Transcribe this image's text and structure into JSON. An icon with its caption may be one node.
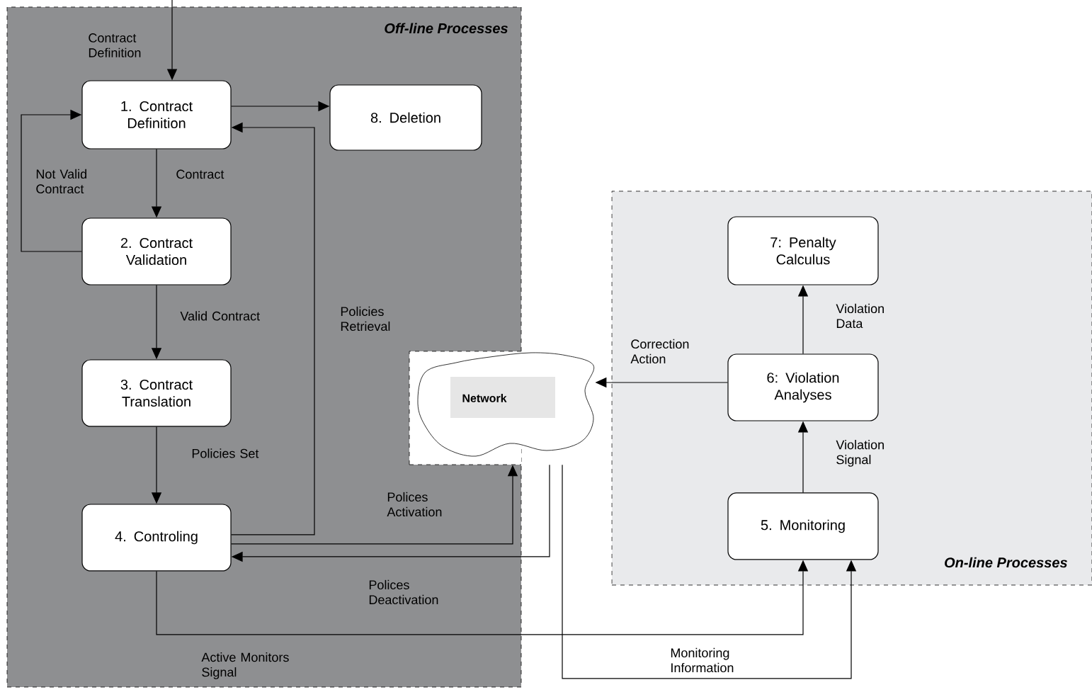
{
  "diagram": {
    "nodes": [
      {
        "text": [
          "Off-line Processes"
        ]
      },
      {
        "text": [
          "1. Contract Definition"
        ],
        "in": 0
      },
      {
        "text": [
          "8. Deletion"
        ],
        "in": 0
      },
      {
        "text": [
          "2. Contract Validation"
        ],
        "in": 0
      },
      {
        "text": [
          "3. Contract Translation"
        ],
        "in": 0
      },
      {
        "text": [
          "4. Controling"
        ],
        "in": 0
      },
      {
        "text": [
          "On-line Processes"
        ]
      },
      {
        "text": [
          "7: Penalty Calculus"
        ],
        "in": 6
      },
      {
        "text": [
          "6: Violation Analyses"
        ],
        "in": 6
      },
      {
        "text": [
          "5. Monitoring"
        ],
        "in": 6
      },
      {
        "text": [
          "Network"
        ]
      }
    ],
    "edges": [
      {
        "from": null,
        "to": 1,
        "arrow": "to",
        "label": "Contract Definition"
      },
      {
        "from": 1,
        "to": 2,
        "arrow": "to"
      },
      {
        "from": 5,
        "to": 1,
        "arrow": "to",
        "label": "Policies Retrieval"
      },
      {
        "from": 1,
        "to": 3,
        "arrow": "to",
        "label": "Contract"
      },
      {
        "from": 3,
        "to": 1,
        "arrow": "to",
        "label": "Not Valid Contract"
      },
      {
        "from": 3,
        "to": 4,
        "arrow": "to",
        "label": "Valid Contract"
      },
      {
        "from": 4,
        "to": 5,
        "arrow": "to",
        "label": "Policies Set"
      },
      {
        "from": 5,
        "to": 10,
        "arrow": "to",
        "label": "Polices Activation"
      },
      {
        "from": 10,
        "to": 5,
        "arrow": "to",
        "label": "Polices Deactivation"
      },
      {
        "from": 5,
        "to": 9,
        "arrow": "to",
        "label": "Active Monitors Signal"
      },
      {
        "from": 10,
        "to": 9,
        "arrow": "to",
        "label": "Monitoring Information"
      },
      {
        "from": 8,
        "to": 10,
        "arrow": "to",
        "label": "Correction Action"
      },
      {
        "from": 9,
        "to": 8,
        "arrow": "to",
        "label": "Violation Signal"
      },
      {
        "from": 8,
        "to": 7,
        "arrow": "to",
        "label": "Violation Data"
      }
    ]
  }
}
